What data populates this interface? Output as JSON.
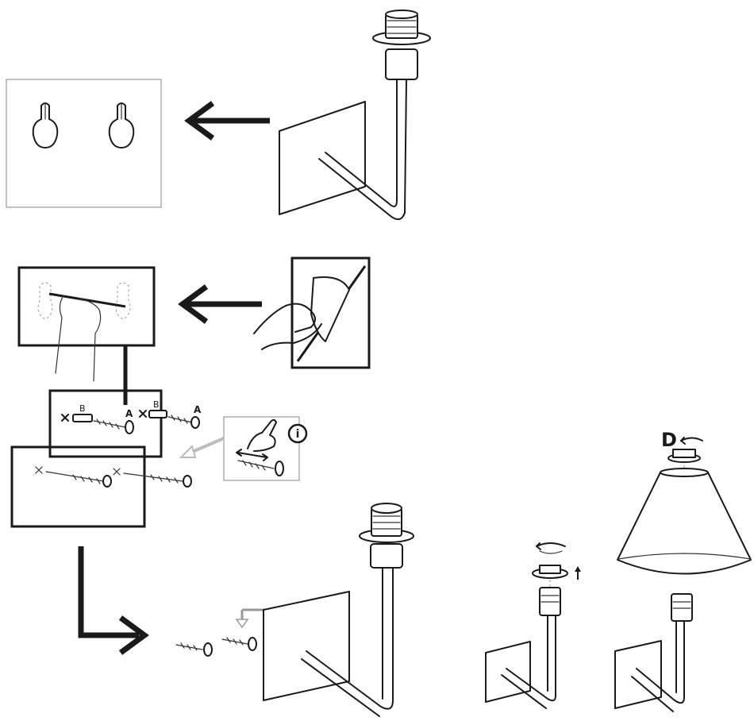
{
  "labels": {
    "anchor_b1": "B",
    "screw_a1": "A",
    "anchor_b2": "B",
    "screw_a2": "A",
    "info": "i",
    "shade_part": "D"
  },
  "colors": {
    "ink": "#1a1a1a",
    "paper": "#ffffff",
    "guide": "#aaaaaa"
  },
  "icons": [
    "keyhole-slot-icon",
    "left-arrow-icon",
    "peel-sticker-icon",
    "pencil-marking-icon",
    "info-icon",
    "rotate-icon",
    "up-arrow-icon",
    "down-right-arrow-icon"
  ]
}
